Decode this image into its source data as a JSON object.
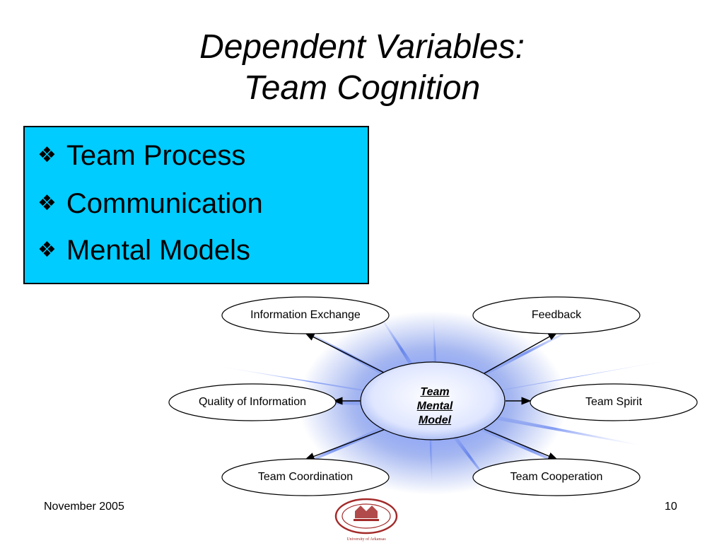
{
  "title": {
    "line1": "Dependent Variables:",
    "line2": "Team Cognition"
  },
  "bullets": {
    "glyph": "❖",
    "items": [
      "Team Process",
      "Communication",
      "Mental Models"
    ],
    "box_color": "#00ccff"
  },
  "diagram": {
    "center": {
      "line1": "Team",
      "line2": "Mental",
      "line3": "Model"
    },
    "nodes": [
      {
        "id": "information-exchange",
        "label": "Information Exchange"
      },
      {
        "id": "feedback",
        "label": "Feedback"
      },
      {
        "id": "quality-of-information",
        "label": "Quality of Information"
      },
      {
        "id": "team-spirit",
        "label": "Team Spirit"
      },
      {
        "id": "team-coordination",
        "label": "Team Coordination"
      },
      {
        "id": "team-cooperation",
        "label": "Team Cooperation"
      }
    ],
    "glow_color": "#3d63e0"
  },
  "footer": {
    "date": "November 2005",
    "page": "10"
  },
  "logo": {
    "icon": "university-seal-icon",
    "caption": "University of Arkansas"
  }
}
